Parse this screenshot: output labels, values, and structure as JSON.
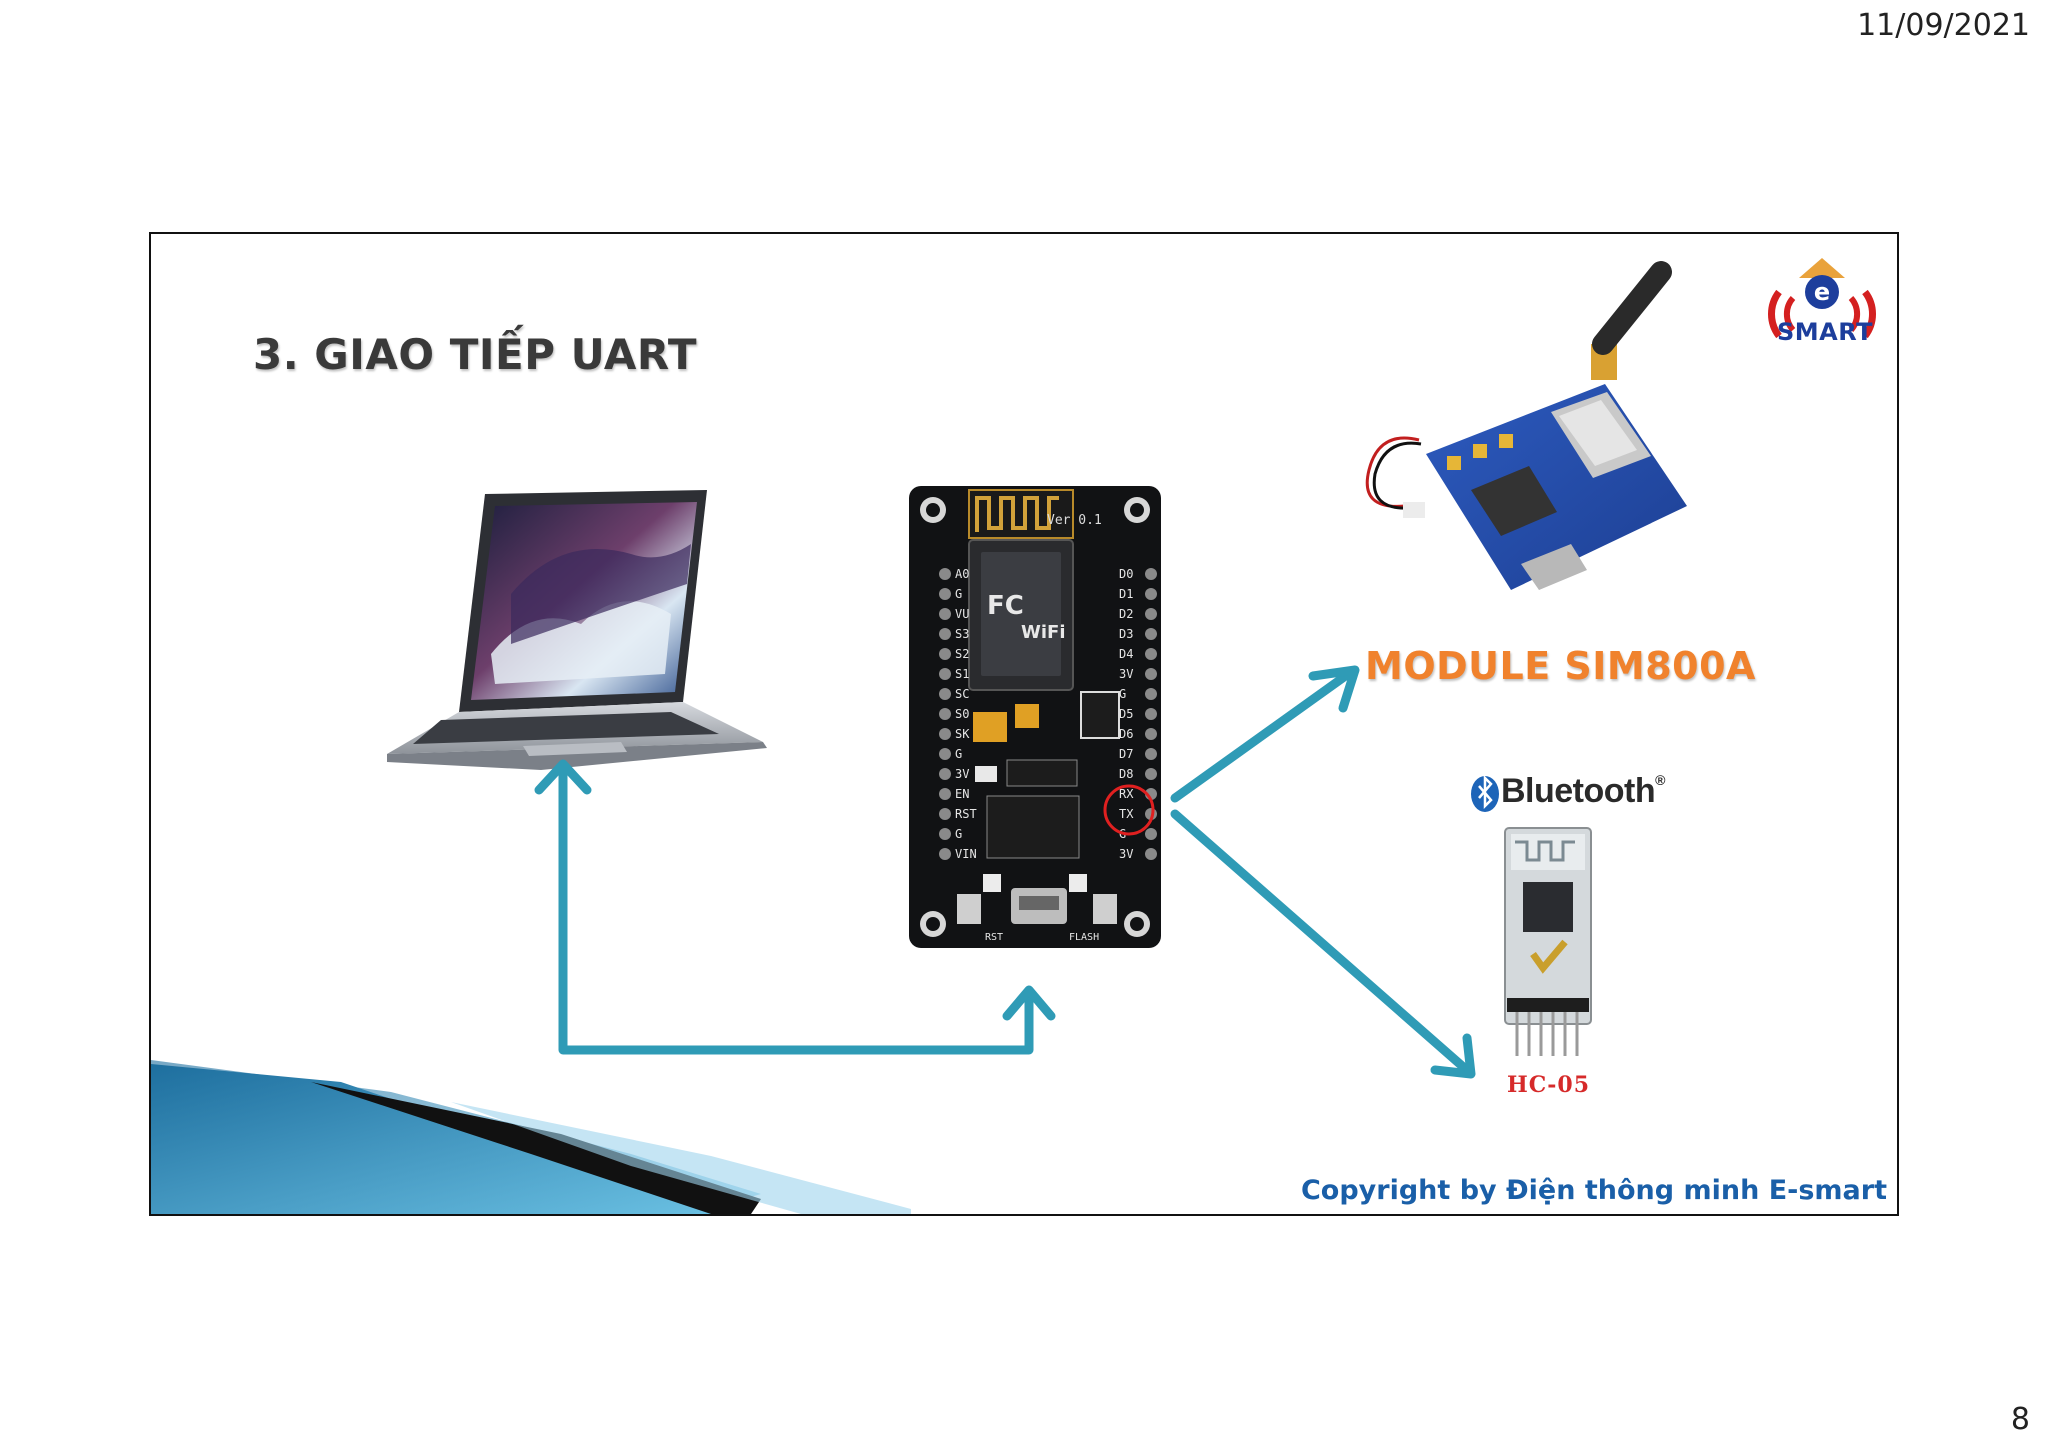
{
  "header": {
    "date": "11/09/2021"
  },
  "footer": {
    "page_number": "8"
  },
  "slide": {
    "title": "3. GIAO TIẾP UART",
    "copyright": "Copyright by Điện thông minh E-smart",
    "logo": {
      "word": "SMART",
      "letter": "e"
    },
    "board": {
      "left_pins": [
        "A0",
        "G",
        "VU",
        "S3",
        "S2",
        "S1",
        "SC",
        "S0",
        "SK",
        "G",
        "3V",
        "EN",
        "RST",
        "G",
        "VIN"
      ],
      "right_pins": [
        "D0",
        "D1",
        "D2",
        "D3",
        "D4",
        "3V",
        "G",
        "D5",
        "D6",
        "D7",
        "D8",
        "RX",
        "TX",
        "G",
        "3V"
      ],
      "ver_label": "Ver 0.1",
      "wifi_label": "WiFi",
      "rst_label": "RST",
      "flash_label": "FLASH"
    },
    "sim_module": {
      "label": "MODULE SIM800A"
    },
    "bluetooth": {
      "brand": "Bluetooth",
      "reg": "®",
      "module_label": "HC-05"
    }
  },
  "colors": {
    "arrow": "#2f9bb6",
    "title": "#3a3a3a",
    "sim_label": "#f0822d",
    "hc_label": "#d62a2a",
    "copyright": "#1a5fa8",
    "rx_tx_highlight": "#e02020"
  },
  "icons": [
    "laptop-image",
    "nodemcu-board-image",
    "sim800a-module-image",
    "bluetooth-icon",
    "hc05-module-image",
    "esmart-logo-icon"
  ]
}
